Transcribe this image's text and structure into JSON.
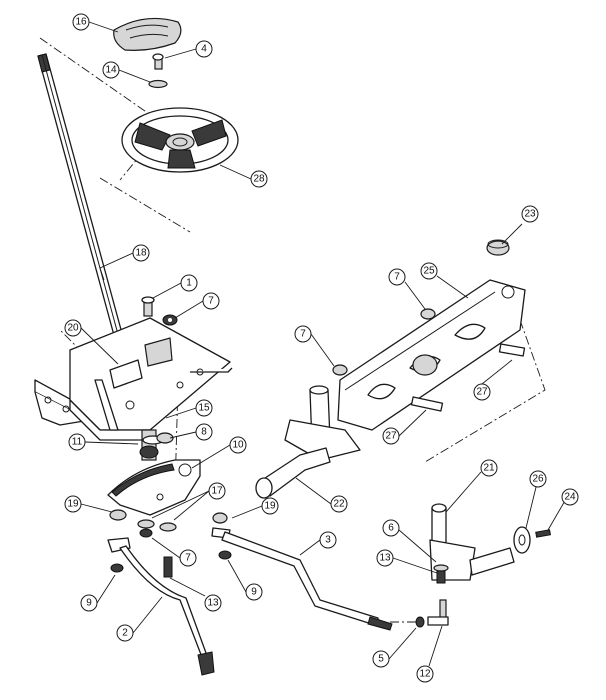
{
  "diagram": {
    "callouts": [
      {
        "num": "16"
      },
      {
        "num": "4"
      },
      {
        "num": "14"
      },
      {
        "num": "28"
      },
      {
        "num": "18"
      },
      {
        "num": "1"
      },
      {
        "num": "7"
      },
      {
        "num": "20"
      },
      {
        "num": "15"
      },
      {
        "num": "11"
      },
      {
        "num": "8"
      },
      {
        "num": "10"
      },
      {
        "num": "17"
      },
      {
        "num": "19"
      },
      {
        "num": "7"
      },
      {
        "num": "13"
      },
      {
        "num": "9"
      },
      {
        "num": "2"
      },
      {
        "num": "19"
      },
      {
        "num": "9"
      },
      {
        "num": "3"
      },
      {
        "num": "23"
      },
      {
        "num": "7"
      },
      {
        "num": "25"
      },
      {
        "num": "7"
      },
      {
        "num": "27"
      },
      {
        "num": "27"
      },
      {
        "num": "22"
      },
      {
        "num": "21"
      },
      {
        "num": "26"
      },
      {
        "num": "24"
      },
      {
        "num": "6"
      },
      {
        "num": "13"
      },
      {
        "num": "5"
      },
      {
        "num": "12"
      }
    ]
  }
}
